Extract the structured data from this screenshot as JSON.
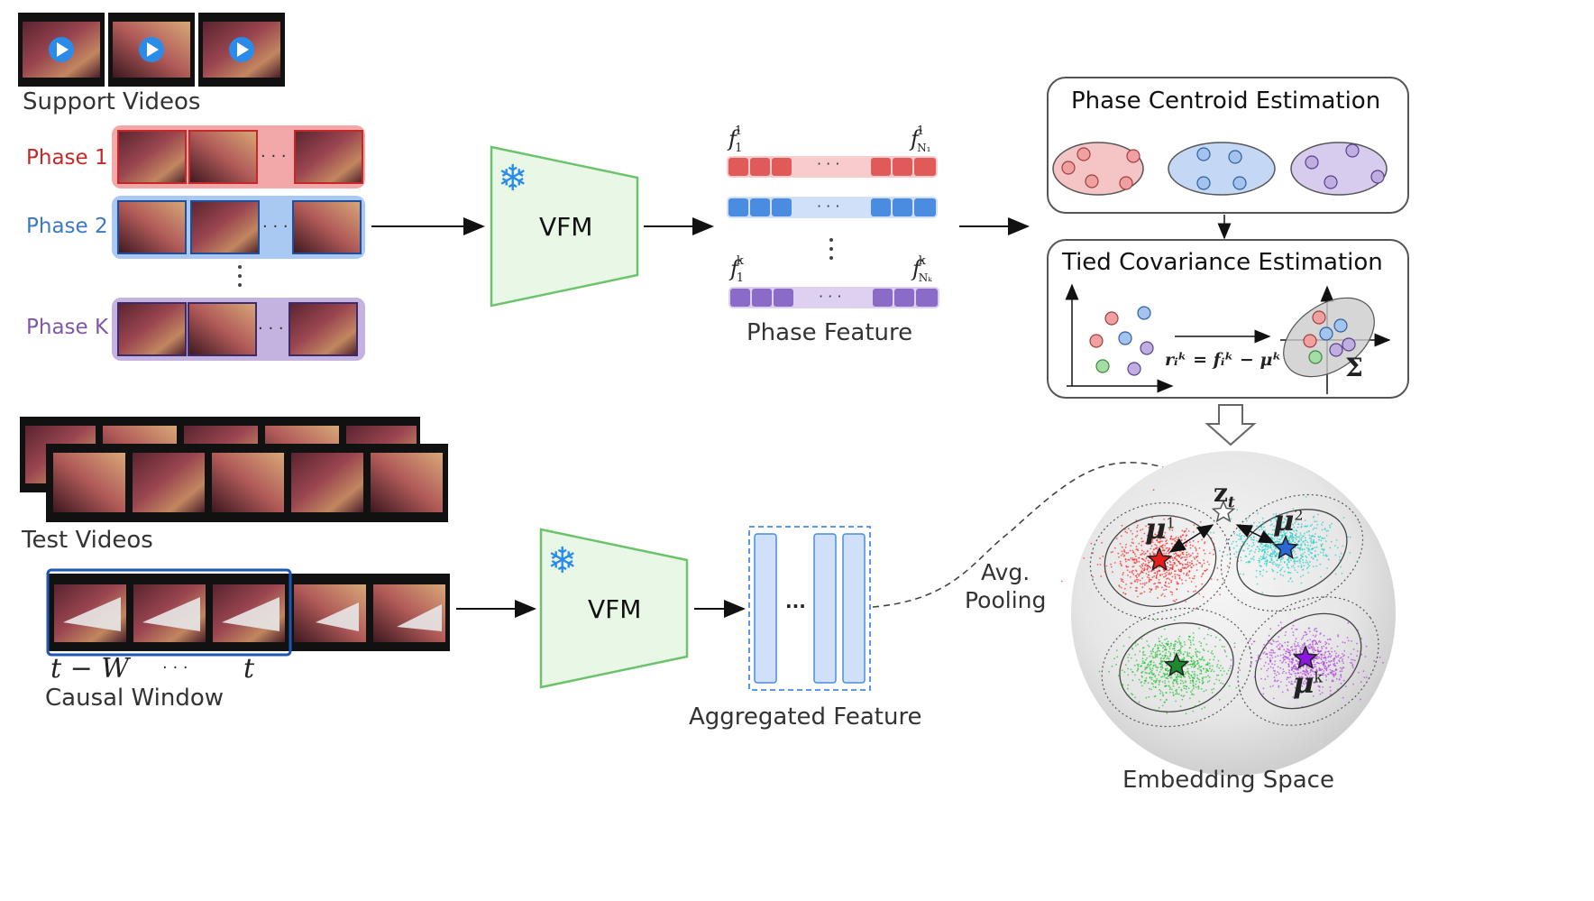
{
  "support": {
    "title": "Support Videos",
    "phases": [
      {
        "label": "Phase 1",
        "color": "#c62828"
      },
      {
        "label": "Phase 2",
        "color": "#3a78c9"
      },
      {
        "label": "Phase K",
        "color": "#7e57a8"
      }
    ]
  },
  "encoder_label": "VFM",
  "phase_feature": {
    "title": "Phase Feature",
    "ellipsis": "· · ·",
    "first_top": "f",
    "first_top_sup": "1",
    "first_top_sub": "1",
    "last_top": "f",
    "last_top_sup": "1",
    "last_top_sub": "N₁",
    "first_bottom": "f",
    "first_bottom_sup": "k",
    "first_bottom_sub": "1",
    "last_bottom": "f",
    "last_bottom_sup": "k",
    "last_bottom_sub": "Nₖ"
  },
  "centroid_box": {
    "title": "Phase Centroid Estimation"
  },
  "covariance_box": {
    "title": "Tied Covariance Estimation",
    "formula": "rᵢᵏ = fᵢᵏ − μᵏ",
    "sigma": "Σ"
  },
  "test": {
    "title": "Test Videos",
    "window_label": "Causal Window",
    "t_minus_w": "t − W",
    "dots": "· · ·",
    "t": "t"
  },
  "aggregated": {
    "title": "Aggregated Feature",
    "dots": "···"
  },
  "pooling": {
    "line1": "Avg.",
    "line2": "Pooling"
  },
  "embedding": {
    "title": "Embedding Space",
    "z_label": "z",
    "z_sub": "t",
    "mu1": "μ",
    "mu1_sup": "1",
    "mu2": "μ",
    "mu2_sup": "2",
    "muk": "μ",
    "muk_sup": "k"
  },
  "colors": {
    "red": "#e05a5a",
    "blue": "#4a8ce0",
    "purple": "#8a6cc8",
    "green_block": "#6cc36c",
    "vfm_fill": "#e9f8e6",
    "vfm_stroke": "#6cc36c",
    "snowflake": "#2a8ce8"
  }
}
